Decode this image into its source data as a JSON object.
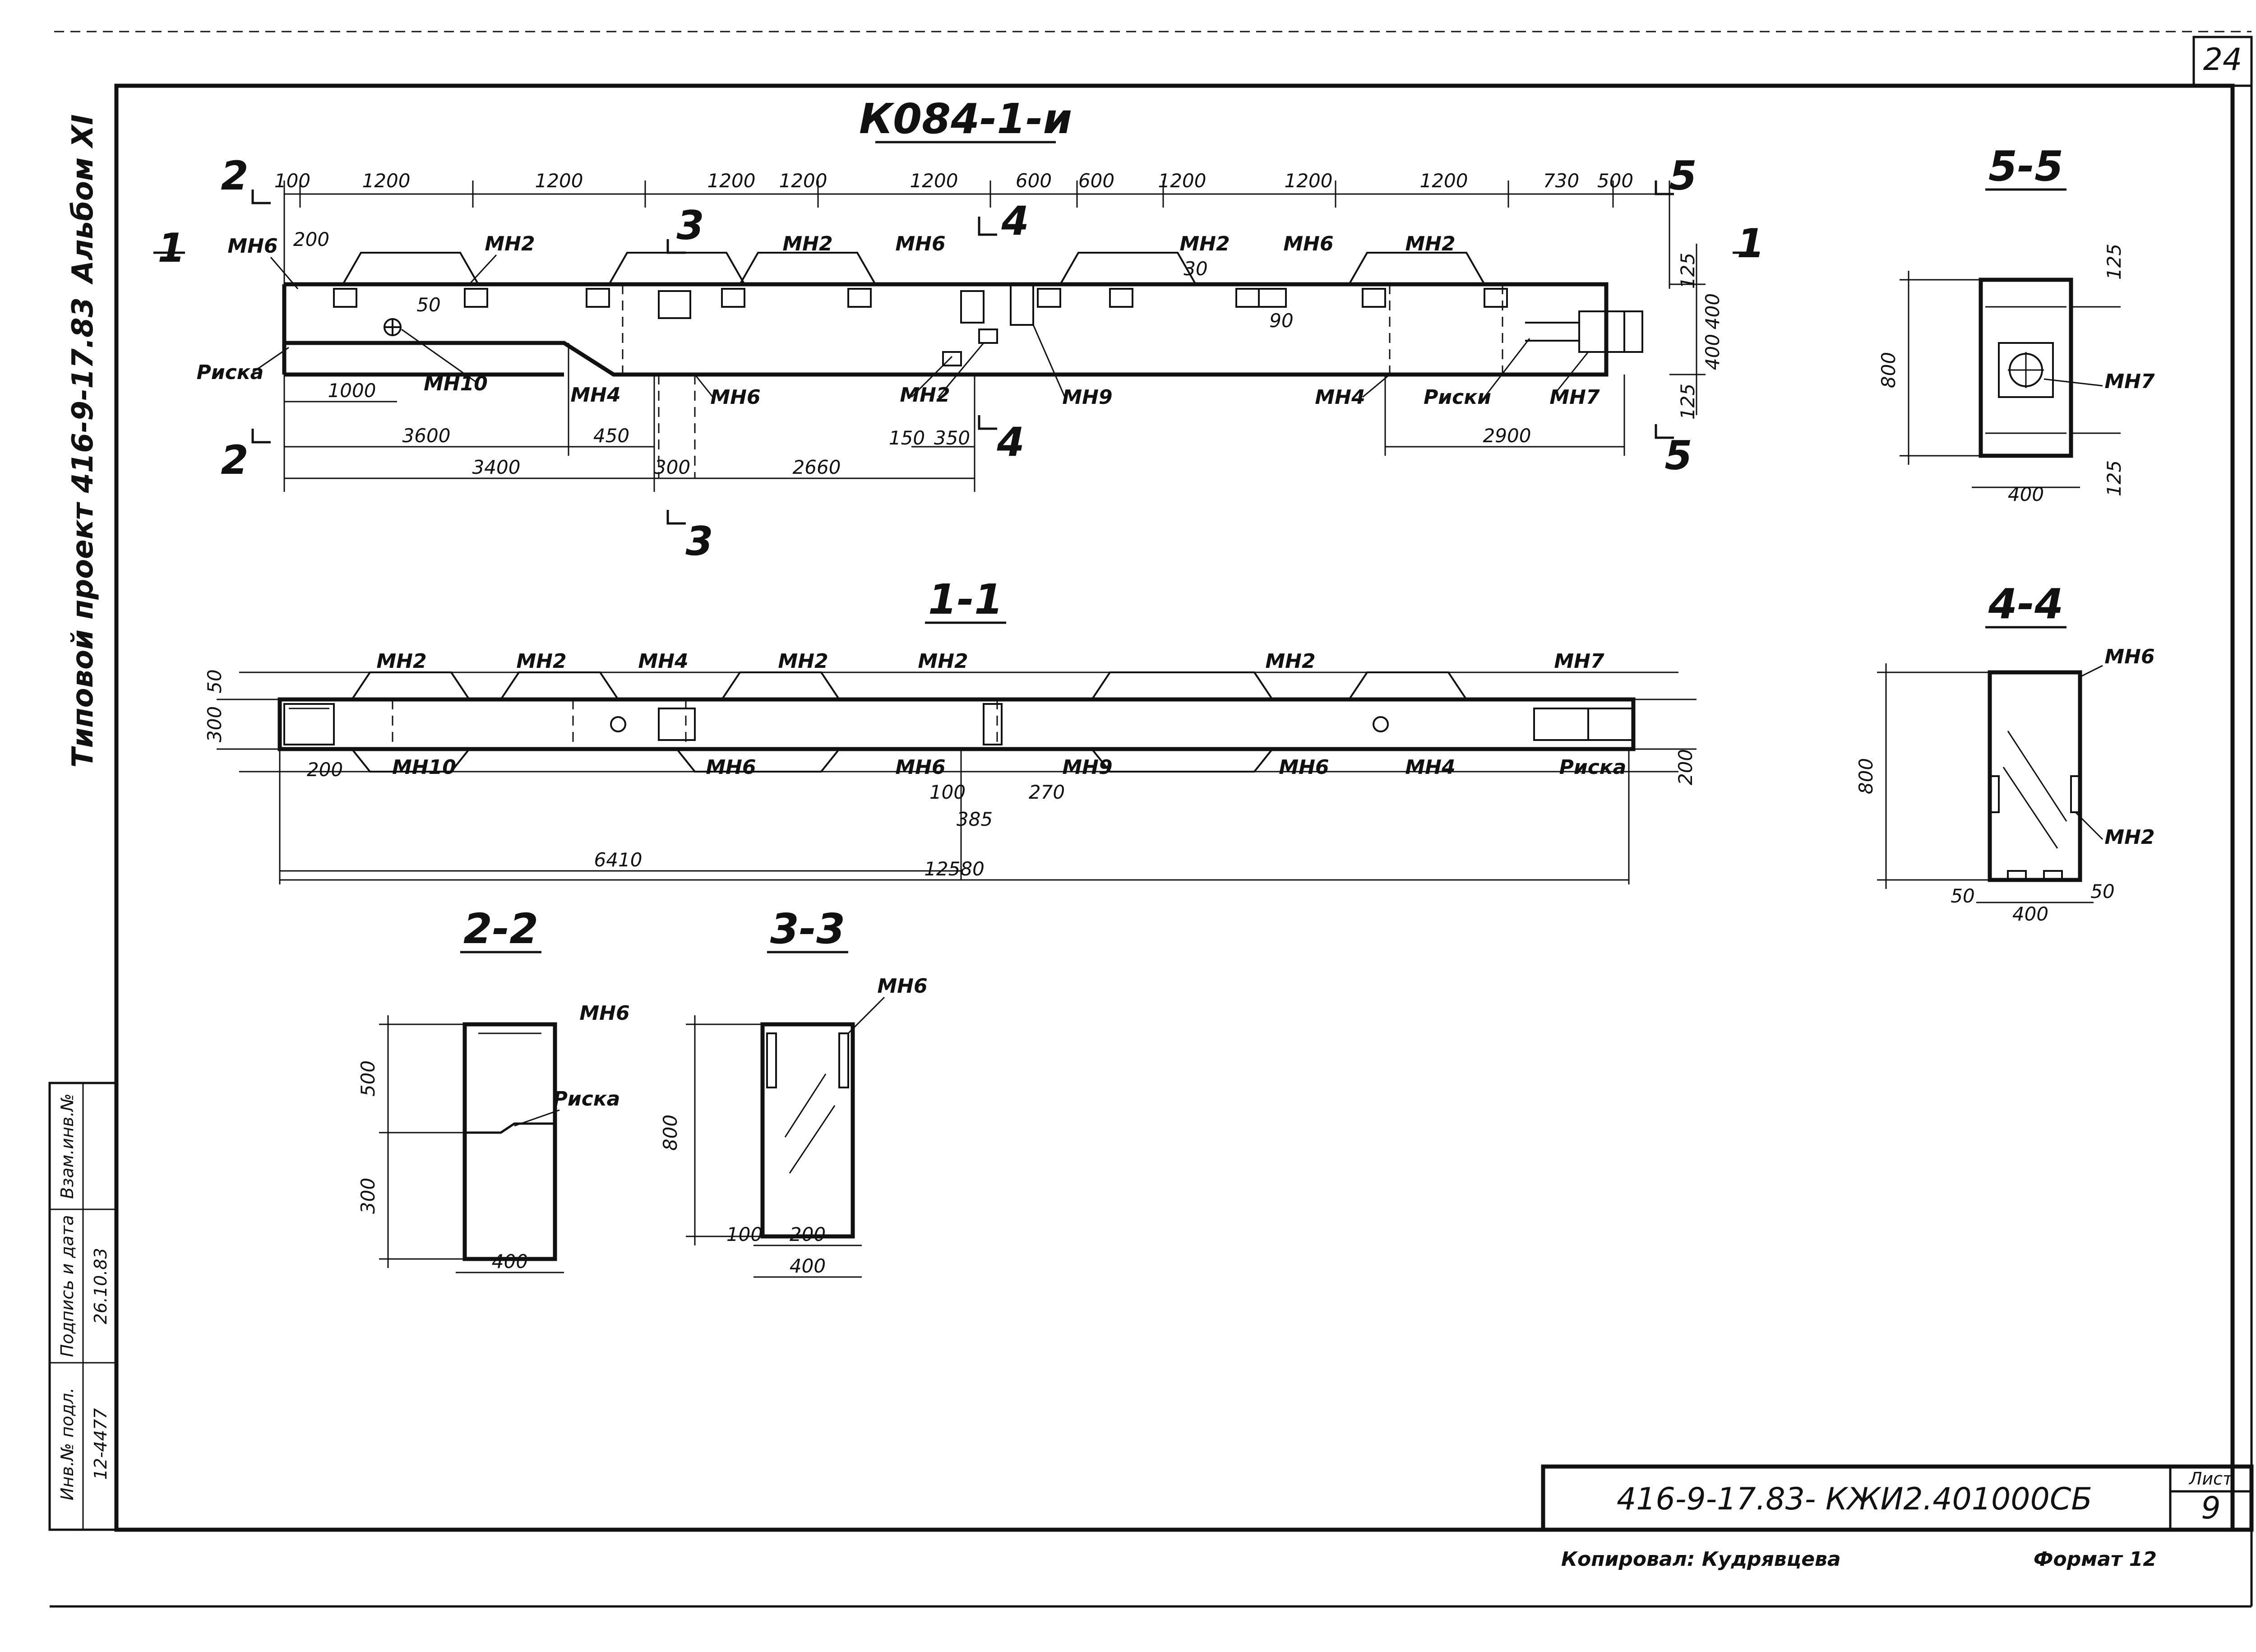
{
  "sheet_number": "24",
  "side_labels": {
    "appendix": "Альбом XI",
    "project": "Типовой проект 416-9-17.83"
  },
  "main_title": "К084-1-и",
  "section_titles": {
    "s11": "1-1",
    "s22": "2-2",
    "s33": "3-3",
    "s44": "4-4",
    "s55": "5-5"
  },
  "section_marks": [
    "1",
    "2",
    "3",
    "4",
    "5"
  ],
  "parts": {
    "mn2": "МН2",
    "mn4": "МН4",
    "mn6": "МН6",
    "mn7": "МН7",
    "mn9": "МН9",
    "mn10": "МН10",
    "riska": "Риска",
    "riski": "Риски"
  },
  "plan_top_dims": [
    "100",
    "1200",
    "1200",
    "1200",
    "1200",
    "1200",
    "600",
    "600",
    "1200",
    "1200",
    "1200",
    "730",
    "500"
  ],
  "plan_other_dims": {
    "d1000": "1000",
    "d3600": "3600",
    "d450": "450",
    "d3400": "3400",
    "d300": "300",
    "d2660": "2660",
    "d2900": "2900",
    "d150": "150",
    "d350": "350",
    "d125a": "125",
    "d125b": "125",
    "d400a": "400",
    "d400b": "400",
    "d90": "90",
    "d50": "50",
    "d200": "200",
    "d30": "30"
  },
  "elev_dims": {
    "d6410": "6410",
    "d12580": "12580",
    "d200a": "200",
    "d200b": "200",
    "d100": "100",
    "d385": "385",
    "d270": "270",
    "d50": "50",
    "d300": "300"
  },
  "sec_dims": {
    "d800": "800",
    "d400": "400",
    "d500": "500",
    "d300": "300",
    "d200": "200",
    "d100": "100",
    "d50": "50",
    "d125": "125"
  },
  "code": "416-9-17.83- КЖИ2.401000СБ",
  "sheet_label": "Лист",
  "sheet_no": "9",
  "copied_by": "Копировал: Кудрявцева",
  "format": "Формат 12",
  "stamp": {
    "inv_podl": "Инв.№ подл.",
    "sign_date": "Подпись и дата",
    "vzam_inv": "Взам.инв.№",
    "inv_value": "12-4477",
    "date_value": "26.10.83"
  }
}
